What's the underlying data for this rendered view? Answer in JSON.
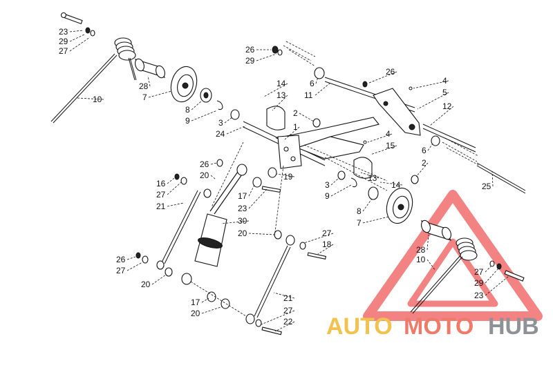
{
  "watermark": {
    "part1": "AUTO",
    "part2": "MOTO",
    "part3": "HUB"
  },
  "colors": {
    "line": "#111111",
    "tri_red": "#f05a5a",
    "auto": "#f2c14e",
    "moto": "#f07a6a",
    "hub": "#8e9196"
  },
  "labels": [
    {
      "id": "l23a",
      "text": "23"
    },
    {
      "id": "l29a",
      "text": "29"
    },
    {
      "id": "l27a",
      "text": "27"
    },
    {
      "id": "l10a",
      "text": "10"
    },
    {
      "id": "l28a",
      "text": "28"
    },
    {
      "id": "l7a",
      "text": "7"
    },
    {
      "id": "l8a",
      "text": "8"
    },
    {
      "id": "l9a",
      "text": "9"
    },
    {
      "id": "l3a",
      "text": "3"
    },
    {
      "id": "l24",
      "text": "24"
    },
    {
      "id": "l26a",
      "text": "26"
    },
    {
      "id": "l29b",
      "text": "29"
    },
    {
      "id": "l14a",
      "text": "14"
    },
    {
      "id": "l13a",
      "text": "13"
    },
    {
      "id": "l2a",
      "text": "2"
    },
    {
      "id": "l1",
      "text": "1"
    },
    {
      "id": "l6a",
      "text": "6"
    },
    {
      "id": "l11",
      "text": "11"
    },
    {
      "id": "l26b",
      "text": "26"
    },
    {
      "id": "l4a",
      "text": "4"
    },
    {
      "id": "l5",
      "text": "5"
    },
    {
      "id": "l12",
      "text": "12"
    },
    {
      "id": "l4b",
      "text": "4"
    },
    {
      "id": "l15",
      "text": "15"
    },
    {
      "id": "l6b",
      "text": "6"
    },
    {
      "id": "l2b",
      "text": "2"
    },
    {
      "id": "l25",
      "text": "25"
    },
    {
      "id": "l26c",
      "text": "26"
    },
    {
      "id": "l20a",
      "text": "20"
    },
    {
      "id": "l19",
      "text": "19"
    },
    {
      "id": "l16",
      "text": "16"
    },
    {
      "id": "l27b",
      "text": "27"
    },
    {
      "id": "l21a",
      "text": "21"
    },
    {
      "id": "l17a",
      "text": "17"
    },
    {
      "id": "l23b",
      "text": "23"
    },
    {
      "id": "l30",
      "text": "30"
    },
    {
      "id": "l20b",
      "text": "20"
    },
    {
      "id": "l3b",
      "text": "3"
    },
    {
      "id": "l9b",
      "text": "9"
    },
    {
      "id": "l13b",
      "text": "13"
    },
    {
      "id": "l14b",
      "text": "14"
    },
    {
      "id": "l8b",
      "text": "8"
    },
    {
      "id": "l7b",
      "text": "7"
    },
    {
      "id": "l27c",
      "text": "27"
    },
    {
      "id": "l18",
      "text": "18"
    },
    {
      "id": "l28b",
      "text": "28"
    },
    {
      "id": "l10b",
      "text": "10"
    },
    {
      "id": "l26d",
      "text": "26"
    },
    {
      "id": "l27d",
      "text": "27"
    },
    {
      "id": "l20c",
      "text": "20"
    },
    {
      "id": "l27e",
      "text": "27"
    },
    {
      "id": "l29c",
      "text": "29"
    },
    {
      "id": "l23c",
      "text": "23"
    },
    {
      "id": "l17b",
      "text": "17"
    },
    {
      "id": "l21b",
      "text": "21"
    },
    {
      "id": "l20d",
      "text": "20"
    },
    {
      "id": "l27f",
      "text": "27"
    },
    {
      "id": "l22",
      "text": "22"
    }
  ]
}
